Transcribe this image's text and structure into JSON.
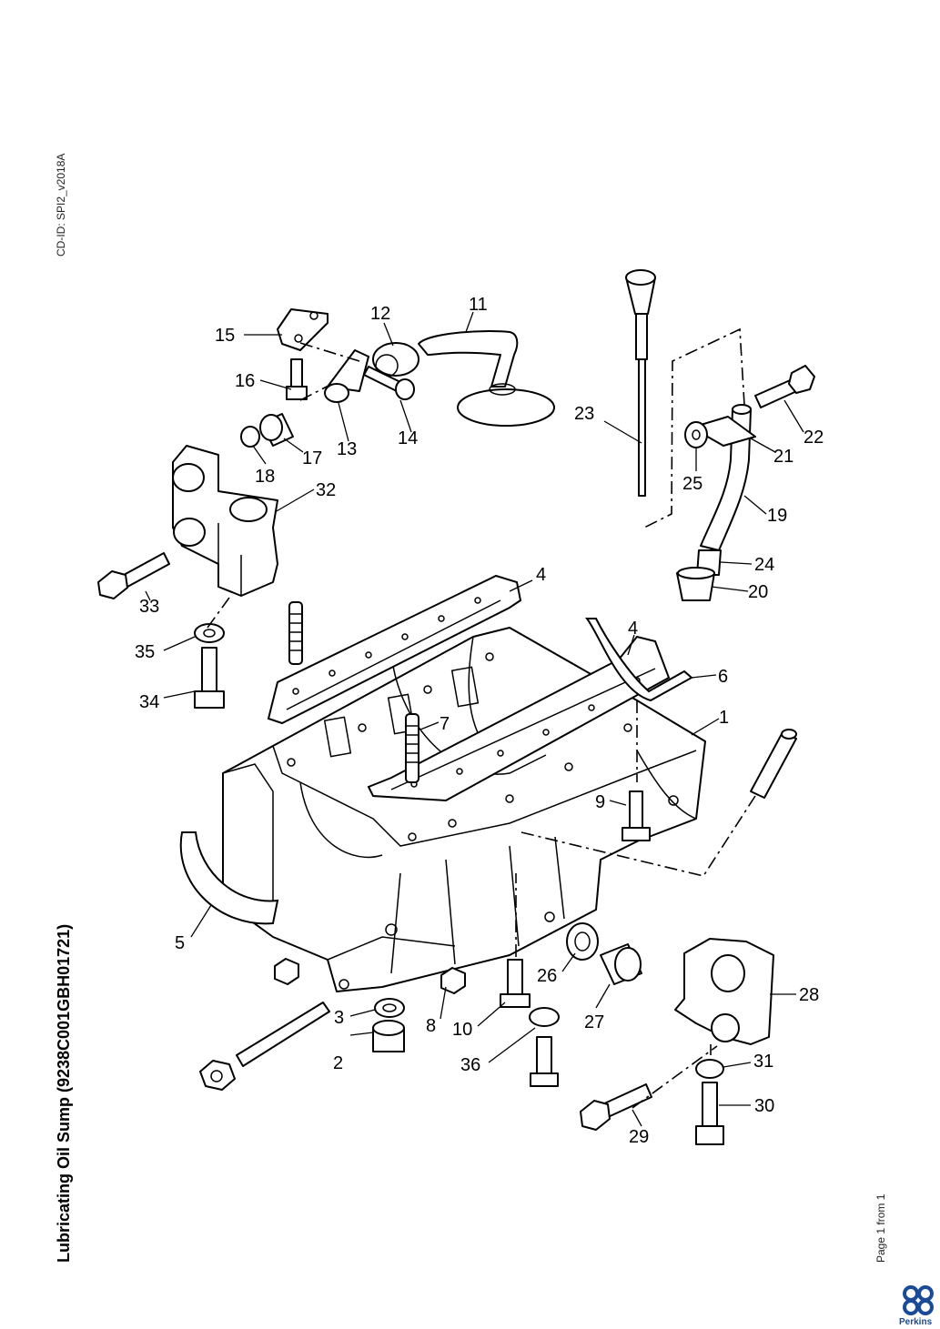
{
  "header": {
    "cd_id": "CD-ID: SPI2_v2018A"
  },
  "title": "Lubricating Oil Sump (9238C001GBH01721)",
  "footer": {
    "page_info": "Page 1 from 1",
    "brand": "Perkins"
  },
  "callouts": {
    "c1": "1",
    "c2": "2",
    "c3": "3",
    "c4a": "4",
    "c4b": "4",
    "c5": "5",
    "c6": "6",
    "c7": "7",
    "c8": "8",
    "c9": "9",
    "c10": "10",
    "c11": "11",
    "c12": "12",
    "c13": "13",
    "c14": "14",
    "c15": "15",
    "c16": "16",
    "c17": "17",
    "c18": "18",
    "c19": "19",
    "c20": "20",
    "c21": "21",
    "c22": "22",
    "c23": "23",
    "c24": "24",
    "c25": "25",
    "c26": "26",
    "c27": "27",
    "c28": "28",
    "c29": "29",
    "c30": "30",
    "c31": "31",
    "c32": "32",
    "c33": "33",
    "c34": "34",
    "c35": "35",
    "c36": "36"
  },
  "colors": {
    "line": "#000000",
    "brand": "#1a4b96"
  }
}
